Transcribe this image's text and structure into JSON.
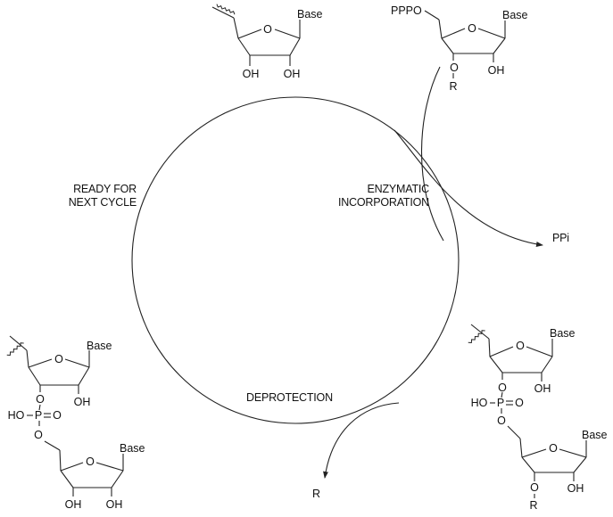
{
  "title": "Enzymatic nucleotide incorporation cycle",
  "cycle": {
    "steps": [
      {
        "name": "ready",
        "lines": [
          "READY FOR",
          "NEXT CYCLE"
        ]
      },
      {
        "name": "incorporation",
        "lines": [
          "ENZYMATIC",
          "INCORPORATION"
        ]
      },
      {
        "name": "deprotection",
        "lines": [
          "DEPROTECTION"
        ]
      }
    ],
    "byproducts": {
      "incorporation": "PPi",
      "deprotection": "R"
    }
  },
  "structures": {
    "primer": {
      "base": "Base",
      "oh2": "OH",
      "oh3": "OH"
    },
    "nucleotide": {
      "triphosphate": "PPPO",
      "base": "Base",
      "o3": "O",
      "protecting_group": "R",
      "oh2": "OH"
    },
    "extended_protected": {
      "upper_base": "Base",
      "upper_oh2": "OH",
      "upper_o3": "O",
      "phosphate_p": "P",
      "phosphate_ho": "HO",
      "phosphate_o_double": "O",
      "lower_o5": "O",
      "lower_base": "Base",
      "lower_o3": "O",
      "protecting_group": "R",
      "lower_oh2": "OH"
    },
    "extended_deprotected": {
      "upper_base": "Base",
      "upper_oh2": "OH",
      "upper_o3": "O",
      "phosphate_p": "P",
      "phosphate_ho": "HO",
      "phosphate_o_double": "O",
      "lower_o5": "O",
      "lower_base": "Base",
      "lower_oh3": "OH",
      "lower_oh2": "OH"
    }
  },
  "ring_oxygen": "O"
}
